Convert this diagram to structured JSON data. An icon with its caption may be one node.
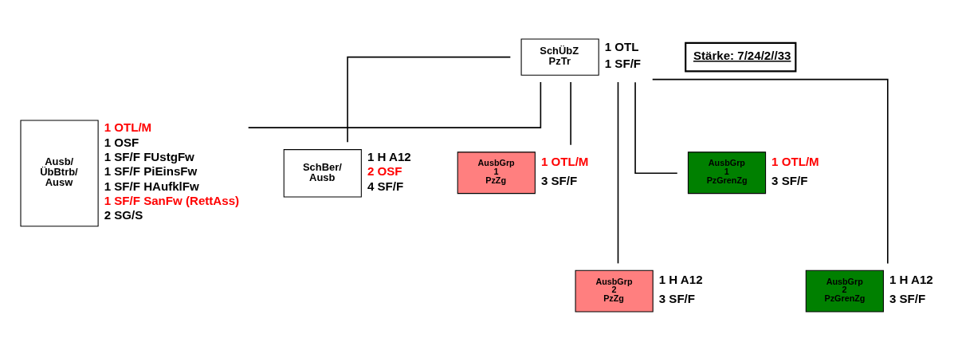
{
  "diagram": {
    "nodes": [
      {
        "text": [
          "SchÜbZ PzTr"
        ],
        "beside": [
          "1 OTL",
          "1 SF/F"
        ]
      },
      {
        "text": [
          "Ausb/ ÜbBtrb/ Ausw"
        ],
        "beside": [
          "1 OTL/M",
          "1 OSF",
          "1 SF/F FUstgFw",
          "1 SF/F PiEinsFw",
          "1 SF/F HAufklFw",
          "1 SF/F SanFw (RettAss)",
          "2 SG/S"
        ]
      },
      {
        "text": [
          "SchBer/ Ausb"
        ],
        "beside": [
          "1 H A12",
          "2 OSF",
          "4 SF/F"
        ]
      },
      {
        "text": [
          "AusbGrp 1 PzZg"
        ],
        "beside": [
          "1 OTL/M",
          "3 SF/F"
        ]
      },
      {
        "text": [
          "AusbGrp 2 PzZg"
        ],
        "beside": [
          "1 H A12",
          "3 SF/F"
        ]
      },
      {
        "text": [
          "AusbGrp 1 PzGrenZg"
        ],
        "beside": [
          "1 OTL/M",
          "3 SF/F"
        ]
      },
      {
        "text": [
          "AusbGrp 2 PzGrenZg"
        ],
        "beside": [
          "1 H A12",
          "3 SF/F"
        ]
      }
    ],
    "edges": [
      {
        "from": 0,
        "to": 1,
        "arrow": "none"
      },
      {
        "from": 0,
        "to": 2,
        "arrow": "none"
      },
      {
        "from": 0,
        "to": 3,
        "arrow": "none"
      },
      {
        "from": 0,
        "to": 4,
        "arrow": "none"
      },
      {
        "from": 0,
        "to": 5,
        "arrow": "none"
      },
      {
        "from": 0,
        "to": 6,
        "arrow": "none"
      }
    ],
    "labels": [
      "Stärke: 7/24/2//33"
    ]
  }
}
